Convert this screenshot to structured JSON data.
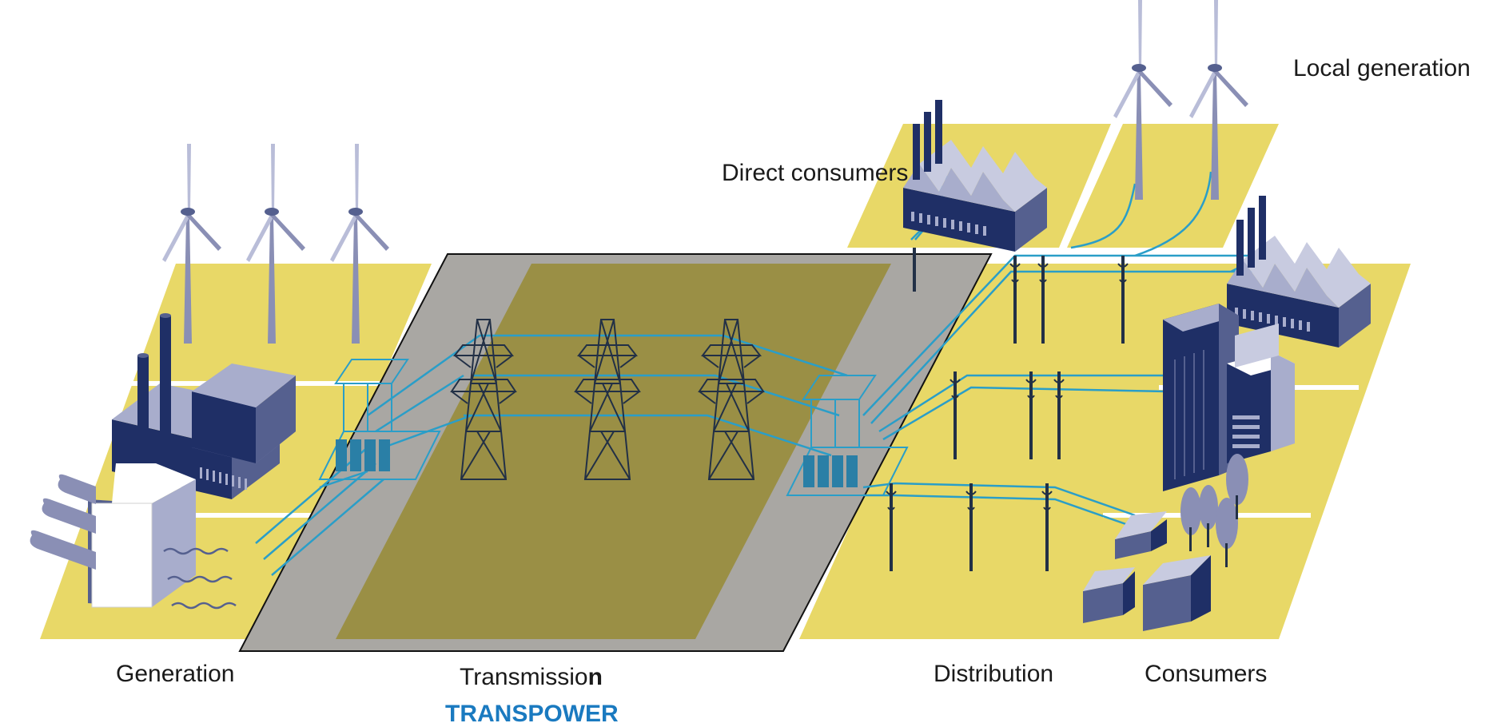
{
  "labels": {
    "generation": "Generation",
    "transmission_main": "Transmissio",
    "transmission_tail": "n",
    "transpower": "TRANSPOWER",
    "distribution": "Distribution",
    "consumers": "Consumers",
    "direct_consumers": "Direct consumers",
    "local_generation": "Local generation"
  },
  "colors": {
    "land": "#e8d867",
    "corridor_outer": "#a9a7a3",
    "corridor_inner": "#9a8f45",
    "building_dark": "#1f2f66",
    "building_mid": "#55608f",
    "building_light": "#a8adcc",
    "line_blue": "#2a9ec8",
    "tower": "#223046",
    "transpower": "#1a7ac0",
    "turbine": "#8a8fb5"
  }
}
